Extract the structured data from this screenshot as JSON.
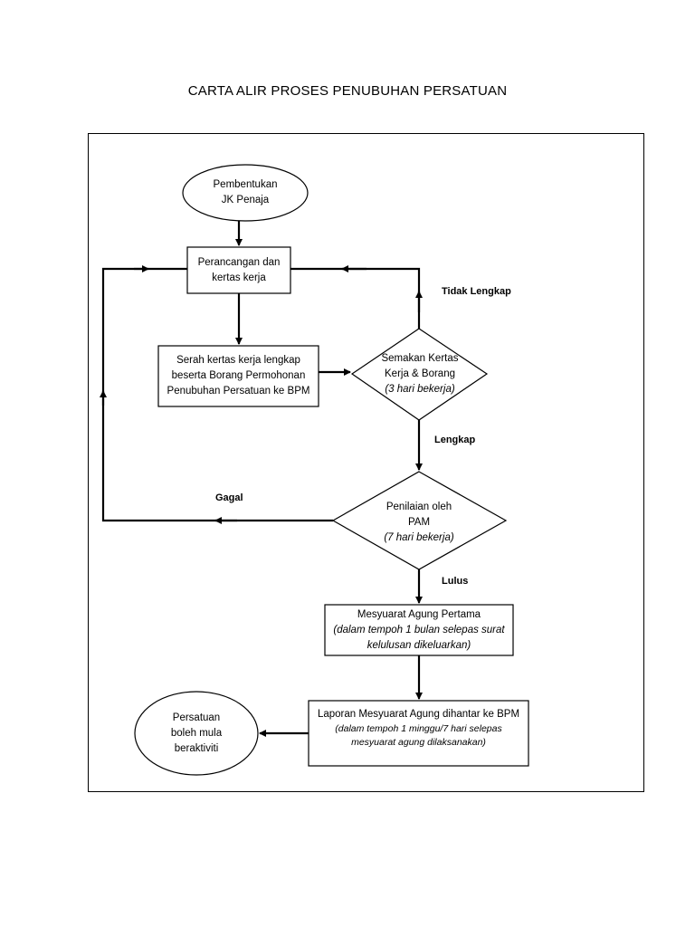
{
  "title": "CARTA ALIR PROSES PENUBUHAN PERSATUAN",
  "nodes": {
    "start": {
      "line1": "Pembentukan",
      "line2": "JK Penaja"
    },
    "draft": {
      "line1": "Perancangan dan",
      "line2": "kertas kerja"
    },
    "submit": {
      "line1": "Serah kertas kerja lengkap",
      "line2": "beserta Borang Permohonan",
      "line3": "Penubuhan Persatuan ke BPM"
    },
    "check": {
      "line1": "Semakan Kertas",
      "line2": "Kerja & Borang",
      "line3": "(3 hari bekerja)"
    },
    "assess": {
      "line1": "Penilaian oleh",
      "line2": "PAM",
      "line3": "(7 hari bekerja)"
    },
    "agm": {
      "line1": "Mesyuarat Agung Pertama",
      "line2": "(dalam tempoh 1 bulan selepas surat",
      "line3": "kelulusan dikeluarkan)"
    },
    "report": {
      "line1": "Laporan Mesyuarat Agung dihantar ke BPM",
      "line2": "(dalam tempoh 1 minggu/7 hari  selepas",
      "line3": "mesyuarat agung dilaksanakan)"
    },
    "end": {
      "line1": "Persatuan",
      "line2": "boleh mula",
      "line3": "beraktiviti"
    }
  },
  "labels": {
    "incomplete": "Tidak Lengkap",
    "complete": "Lengkap",
    "fail": "Gagal",
    "pass": "Lulus"
  }
}
